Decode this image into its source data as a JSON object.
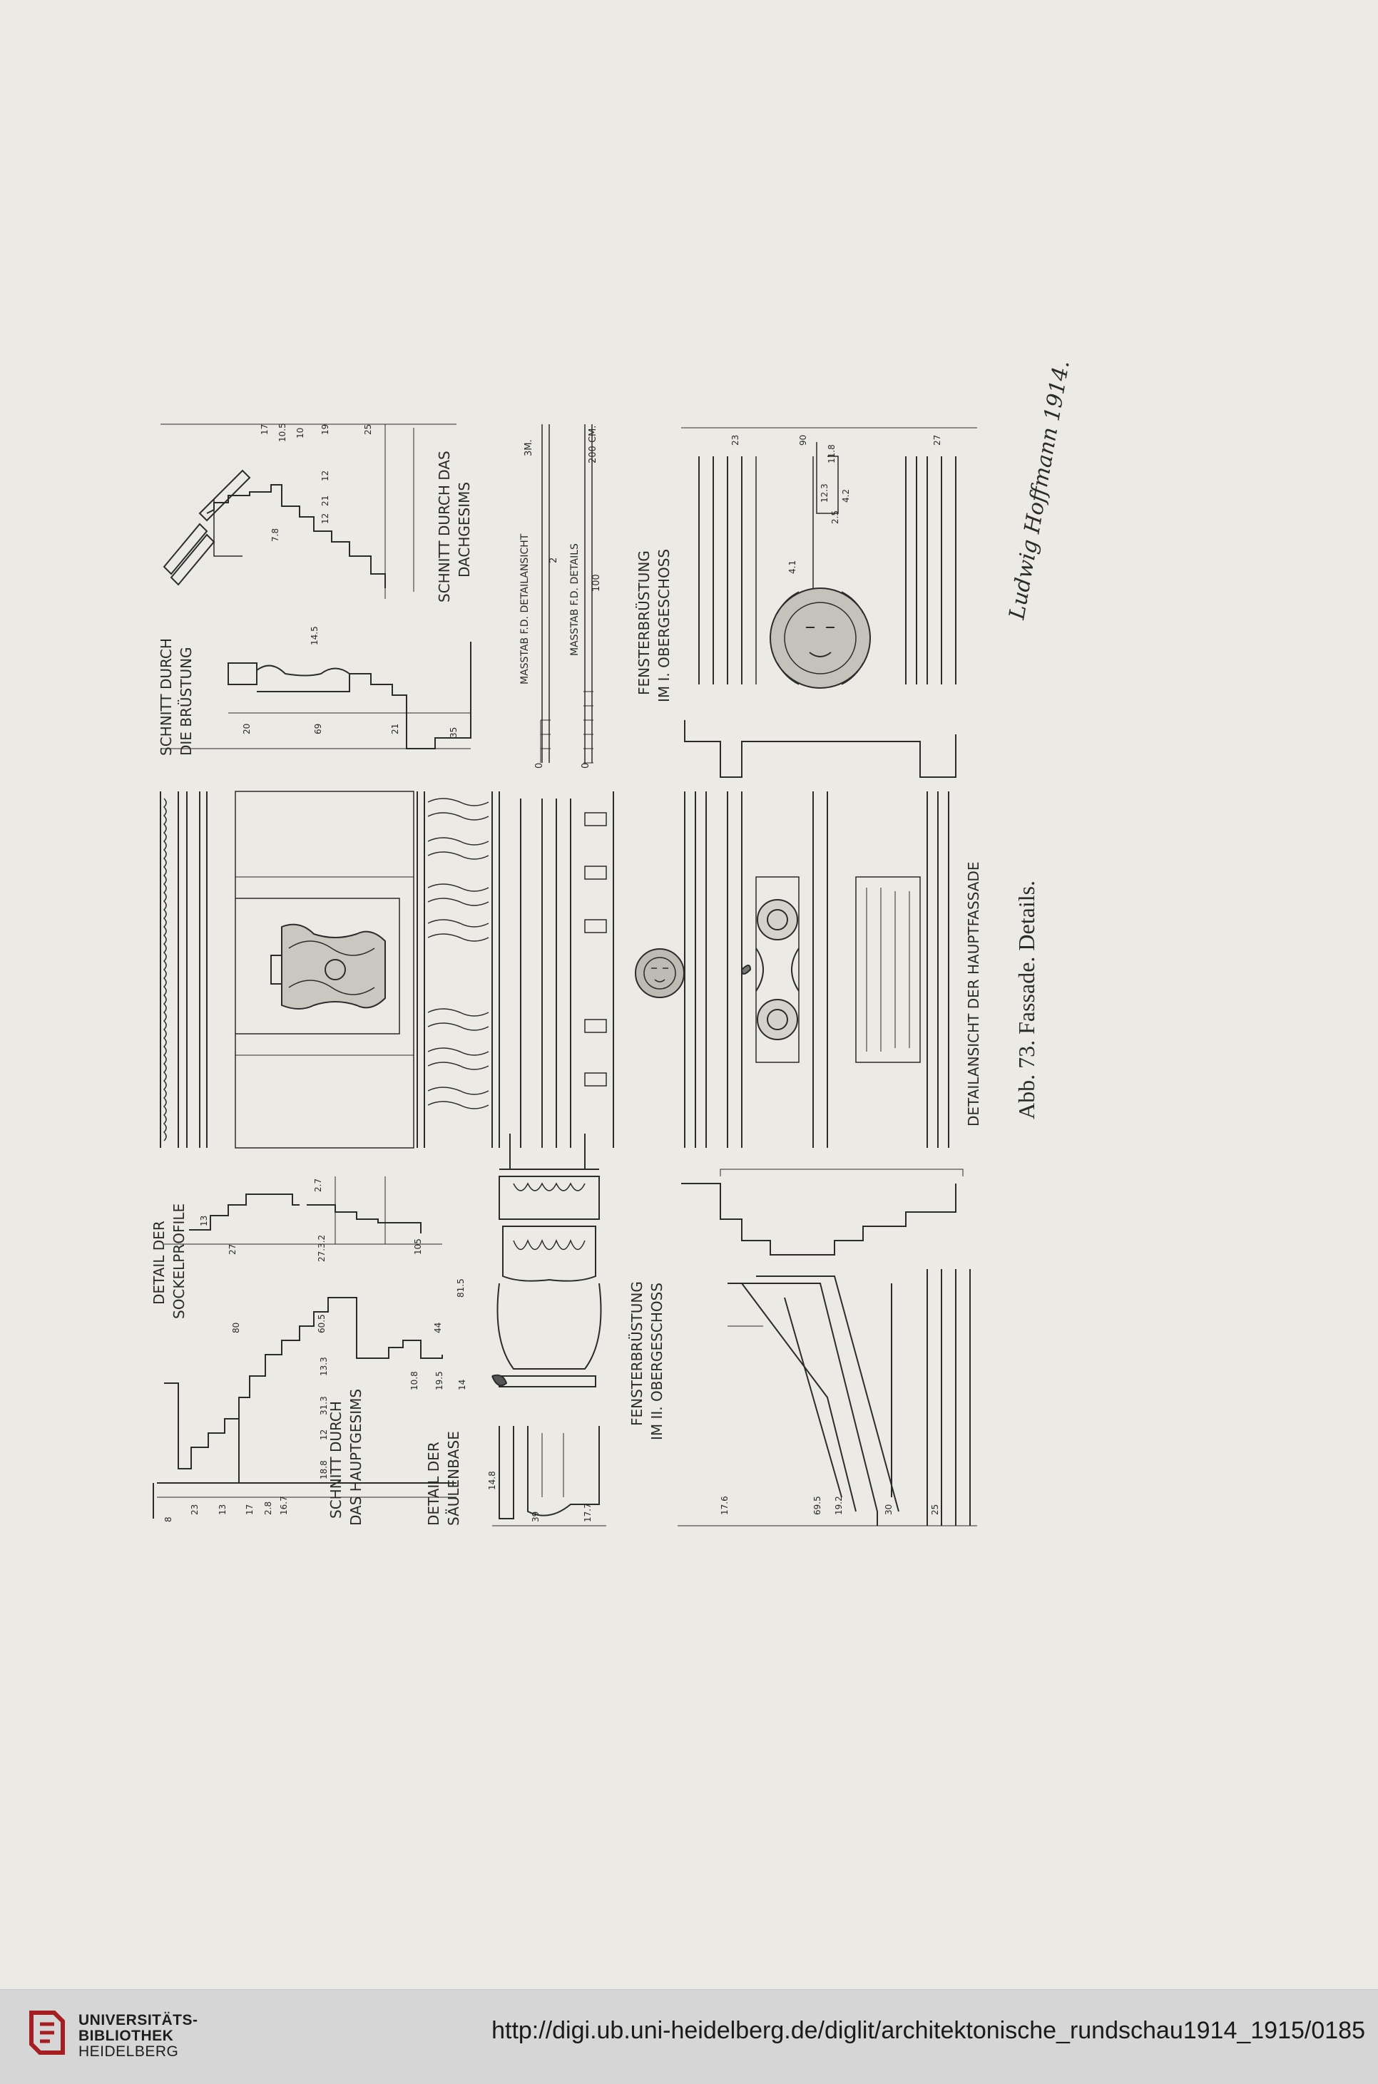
{
  "drawing": {
    "caption": "Abb. 73.  Fassade.  Details.",
    "labels": {
      "sockel_1": "DETAIL DER",
      "sockel_2": "SOCKELPROFILE",
      "haupt_1": "SCHNITT DURCH",
      "haupt_2": "DAS HAUPTGESIMS",
      "saeule_1": "DETAIL DER",
      "saeule_2": "SÄULENBASE",
      "fenster2_1": "FENSTERBRÜSTUNG",
      "fenster2_2": "IM II. OBERGESCHOSS",
      "detailansicht": "DETAILANSICHT DER HAUPTFASSADE",
      "bruestung_1": "SCHNITT DURCH",
      "bruestung_2": "DIE BRÜSTUNG",
      "dach_1": "SCHNITT DURCH DAS",
      "dach_2": "DACHGESIMS",
      "mass_1": "MASSTAB F.D. DETAILANSICHT",
      "mass_2": "MASSTAB F.D. DETAILS",
      "fenster1_1": "FENSTERBRÜSTUNG",
      "fenster1_2": "IM I. OBERGESCHOSS"
    },
    "scale": {
      "zero_a": "0",
      "mid_a": "2",
      "end_a": "3M.",
      "zero_b": "0",
      "mid_b": "100",
      "end_b": "200 CM."
    },
    "dimensions": {
      "d8": "8",
      "d23": "23",
      "d13a": "13",
      "d17": "17",
      "d28": "2.8",
      "d167": "16.7",
      "d188": "18.8",
      "d12": "12",
      "d313": "31.3",
      "d133": "13.3",
      "d80": "80",
      "d605": "60.5",
      "d44": "44",
      "d108": "10.8",
      "d195": "19.5",
      "d14": "14",
      "d27": "27",
      "d2732": "27.3.2",
      "d105": "105",
      "d815": "81.5",
      "d13b": "13",
      "d27b": "2.7",
      "d148": "14.8",
      "d39": "39",
      "d177": "17.7",
      "d176": "17.6",
      "d695": "69.5",
      "d192": "19.2",
      "d30": "30",
      "d25": "25",
      "d20": "20",
      "d69": "69",
      "d21": "21",
      "d35": "35",
      "d145": "14.5",
      "d17t": "17",
      "d105t": "10.5",
      "d10": "10",
      "d19": "19",
      "d25t": "25",
      "d78": "7.8",
      "d12t": "12",
      "d21t": "21",
      "d12u": "12",
      "d23r": "23",
      "d90": "90",
      "d118": "11.8",
      "d123": "12.3",
      "d25r": "2.5",
      "d42": "4.2",
      "d27r": "27",
      "d41": "4.1"
    },
    "signature": "Ludwig Hoffmann 1914."
  },
  "footer": {
    "lib_line1": "UNIVERSITÄTS-",
    "lib_line2": "BIBLIOTHEK",
    "lib_line3": "HEIDELBERG",
    "url": "http://digi.ub.uni-heidelberg.de/diglit/architektonische_rundschau1914_1915/0185"
  },
  "colors": {
    "paper": "#eceae5",
    "ink": "#2a2a2a",
    "footer": "#d6d6d6",
    "logo": "#a51e22"
  }
}
